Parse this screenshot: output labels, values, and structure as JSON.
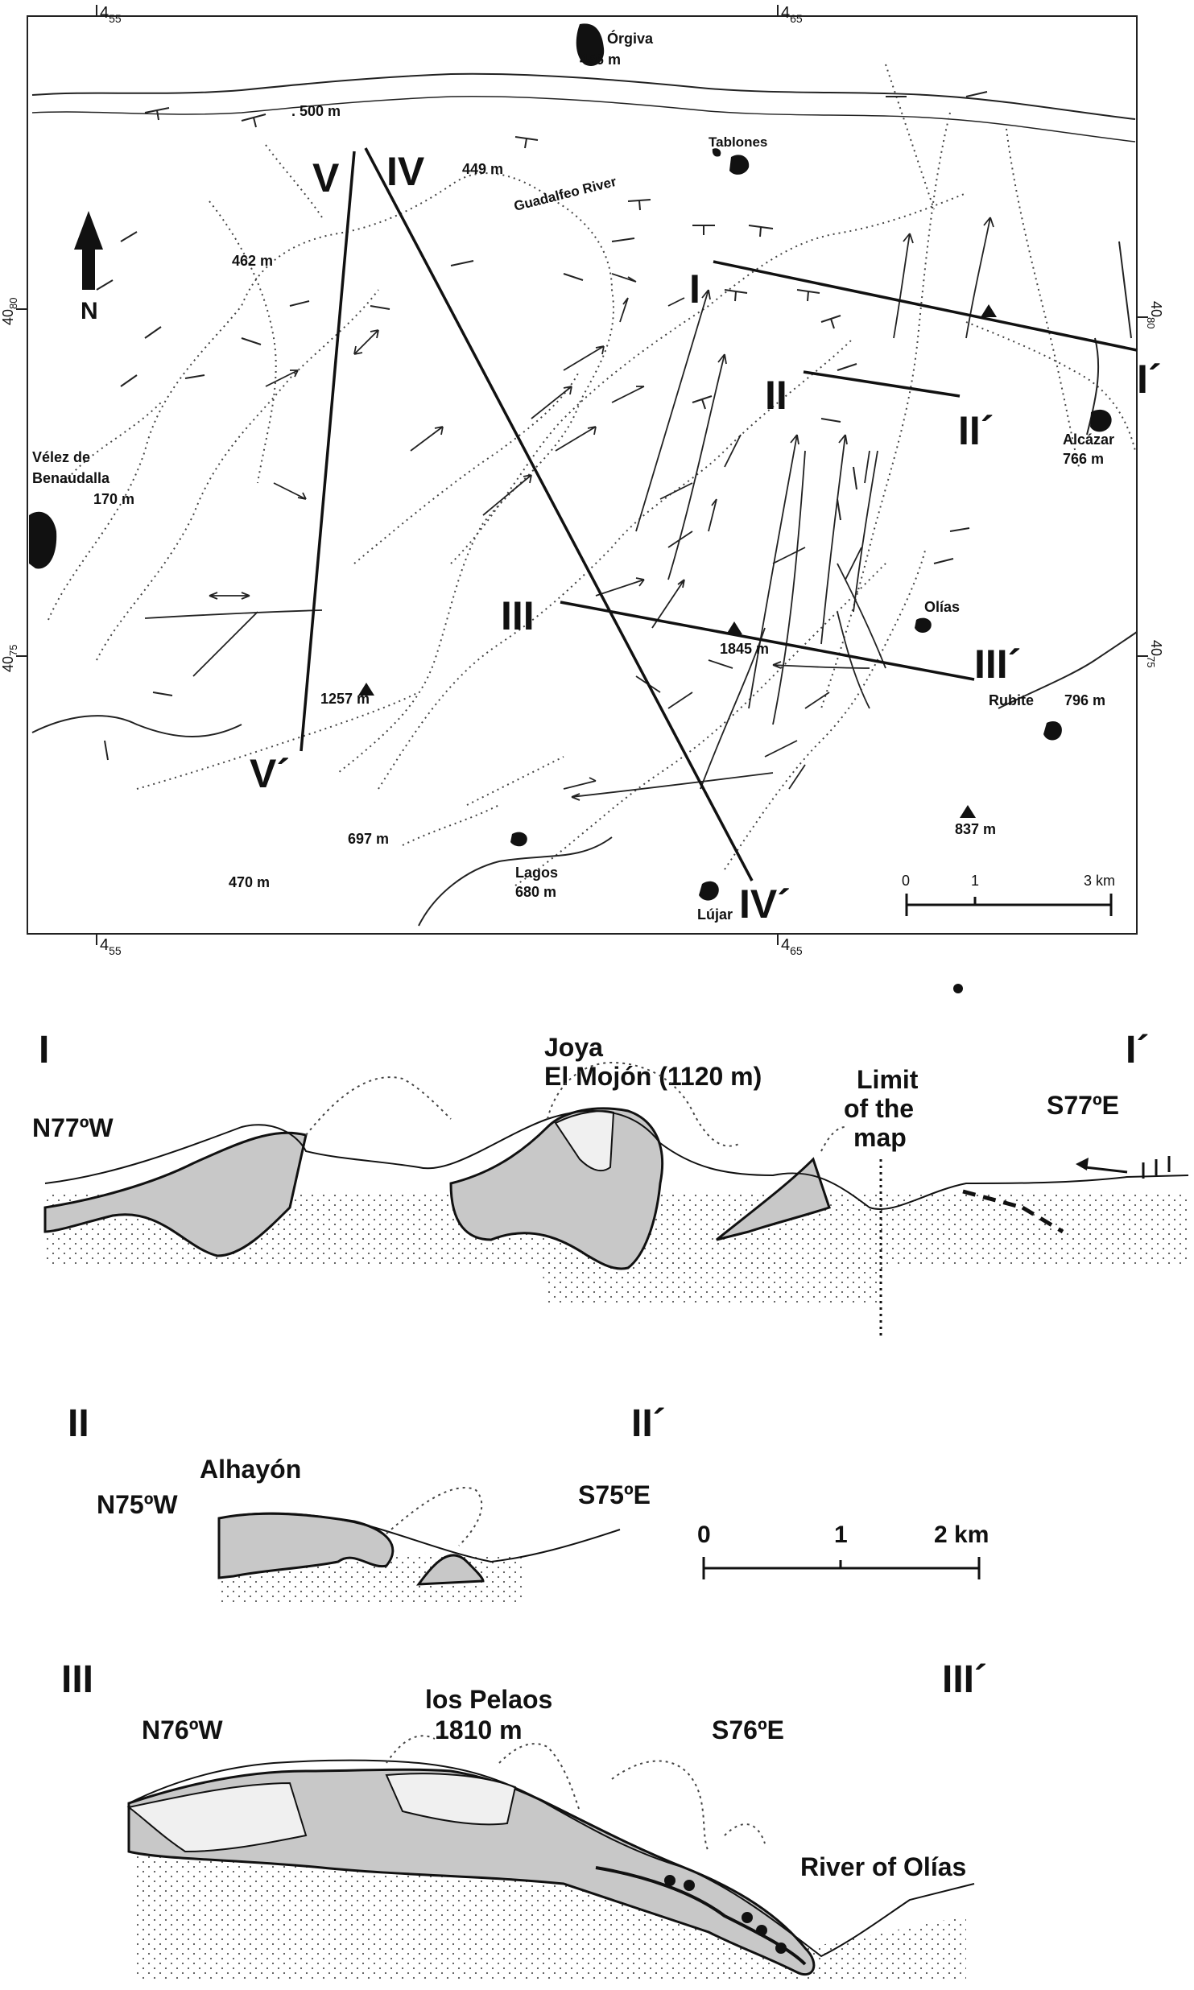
{
  "map": {
    "coords": {
      "top_left": "4",
      "top_left_sub": "55",
      "top_right": "4",
      "top_right_sub": "65",
      "bottom_left": "4",
      "bottom_left_sub": "55",
      "bottom_right": "4",
      "bottom_right_sub": "65",
      "left_upper": "40",
      "left_upper_sub": "80",
      "left_lower": "40",
      "left_lower_sub": "75",
      "right_upper": "40",
      "right_upper_sub": "80",
      "right_lower": "40",
      "right_lower_sub": "75"
    },
    "north_label": "N",
    "places": {
      "orgiva": "Órgiva",
      "orgiva_elev": "456 m",
      "tablones": "Tablones",
      "velez_line1": "Vélez de",
      "velez_line2": "Benaudalla",
      "velez_elev": "170 m",
      "alcazar": "Alcázar",
      "alcazar_elev": "766 m",
      "olias": "Olías",
      "rubite": "Rubite",
      "rubite_elev": "796 m",
      "lagos": "Lagos",
      "lagos_elev": "680 m",
      "lujar": "Lújar",
      "river": "Guadalfeo River"
    },
    "elevations": {
      "e500": ". 500 m",
      "e449": "449 m",
      "e462": "462 m",
      "e1845": "1845 m",
      "e1257": "1257 m",
      "e697": "697 m",
      "e470": "470 m",
      "e837": "837 m"
    },
    "section_labels": {
      "I": "I",
      "I_prime": "I´",
      "II": "II",
      "II_prime": "II´",
      "III": "III",
      "III_prime": "III´",
      "IV": "IV",
      "IV_prime": "IV´",
      "V": "V",
      "V_prime": "V´"
    },
    "scale": {
      "t0": "0",
      "t1": "1",
      "t3": "3 km"
    }
  },
  "sections": {
    "s1": {
      "start": "I",
      "end": "I´",
      "dir_left": "N77ºW",
      "dir_right": "S77ºE",
      "peak_line1": "Joya",
      "peak_line2": "El Mojón (1120 m)",
      "limit_line1": "Limit",
      "limit_line2": "of the",
      "limit_line3": "map"
    },
    "s2": {
      "start": "II",
      "end": "II´",
      "dir_left": "N75ºW",
      "dir_right": "S75ºE",
      "peak": "Alhayón"
    },
    "scale2": {
      "t0": "0",
      "t1": "1",
      "t2": "2 km"
    },
    "s3": {
      "start": "III",
      "end": "III´",
      "dir_left": "N76ºW",
      "dir_right": "S76ºE",
      "peak_line1": "los Pelaos",
      "peak_line2": "1810 m",
      "river": "River of Olías"
    }
  }
}
